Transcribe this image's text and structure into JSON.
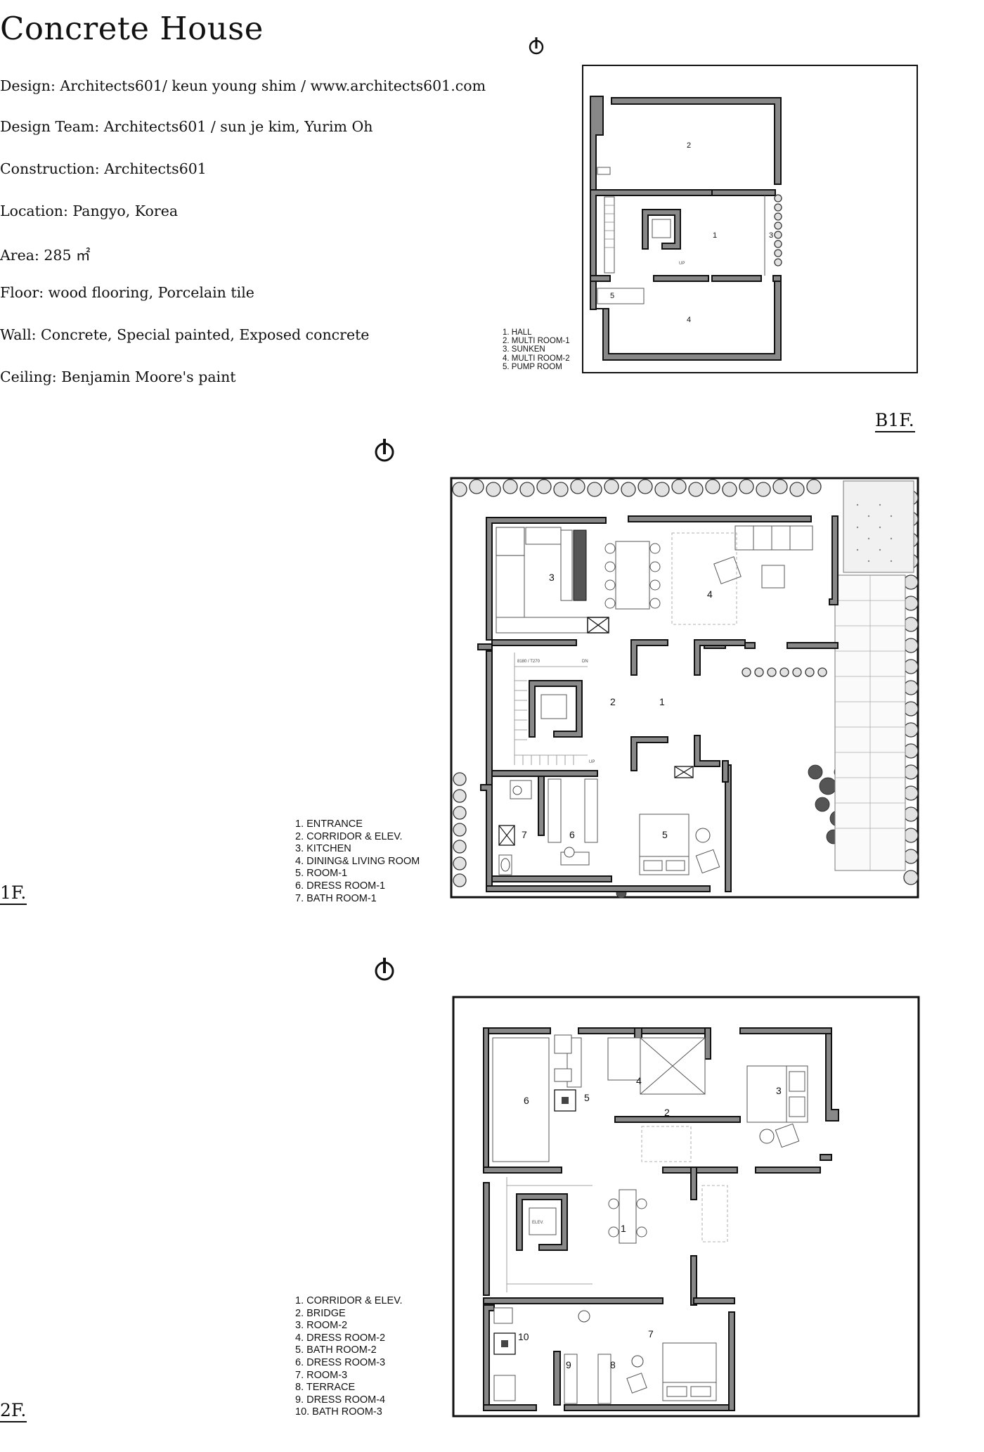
{
  "title": "Concrete House",
  "specs": [
    "Design: Architects601/ keun young shim / www.architects601.com",
    "Design Team: Architects601 / sun je kim, Yurim Oh",
    "Construction: Architects601",
    "Location: Pangyo, Korea",
    "Area: 285 ㎡",
    "Floor: wood flooring, Porcelain tile",
    "Wall:  Concrete, Special painted, Exposed concrete",
    "Ceiling: Benjamin Moore's paint"
  ],
  "floors": {
    "b1f": {
      "label": "B1F.",
      "legend": [
        "1. HALL",
        "2. MULTI ROOM-1",
        "3. SUNKEN",
        "4. MULTI ROOM-2",
        "5. PUMP ROOM"
      ],
      "rooms": [
        "1",
        "2",
        "3",
        "4",
        "5"
      ]
    },
    "f1": {
      "label": "1F.",
      "legend": [
        "1. ENTRANCE",
        "2. CORRIDOR & ELEV.",
        "3. KITCHEN",
        "4. DINING& LIVING ROOM",
        "5. ROOM-1",
        "6. DRESS ROOM-1",
        "7. BATH ROOM-1"
      ],
      "rooms": [
        "1",
        "2",
        "3",
        "4",
        "5",
        "6",
        "7"
      ],
      "stair_note": "8180 / T270",
      "stair_up": "UP",
      "stair_dn": "DN"
    },
    "f2": {
      "label": "2F.",
      "legend": [
        "1. CORRIDOR & ELEV.",
        "2. BRIDGE",
        "3. ROOM-2",
        "4. DRESS ROOM-2",
        "5. BATH ROOM-2",
        "6. DRESS ROOM-3",
        "7. ROOM-3",
        "8. TERRACE",
        "9. DRESS ROOM-4",
        "10. BATH ROOM-3"
      ],
      "rooms": [
        "1",
        "2",
        "3",
        "4",
        "5",
        "6",
        "7",
        "8",
        "9",
        "10"
      ],
      "elev_label": "ELEV."
    }
  },
  "icons": [
    "north-arrow-icon",
    "north-arrow-icon",
    "north-arrow-icon"
  ]
}
